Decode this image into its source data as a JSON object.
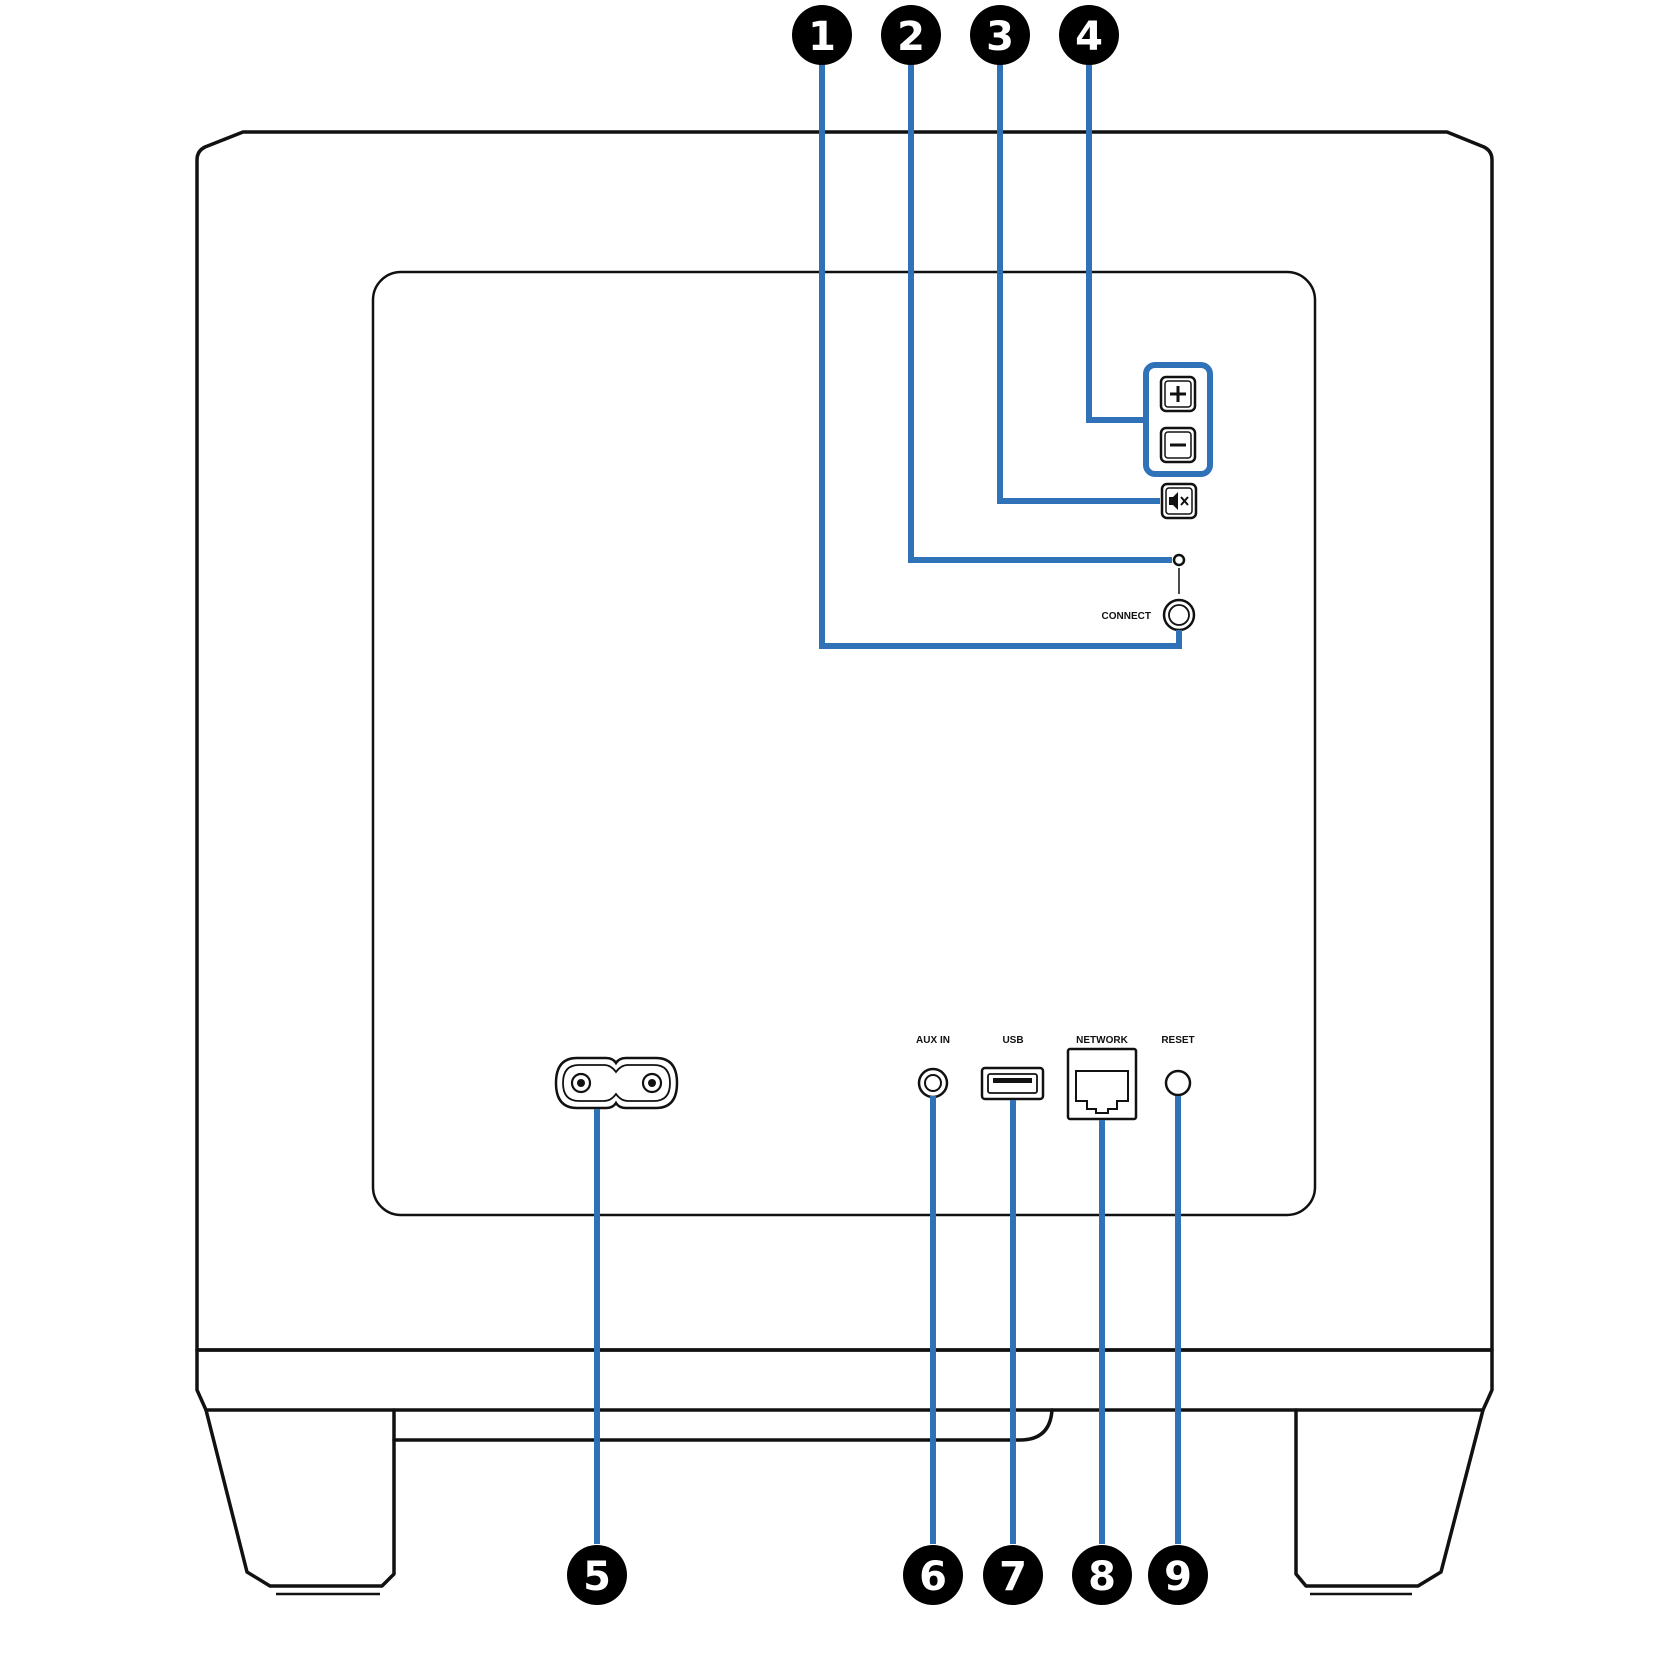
{
  "colors": {
    "leader": "#2f72b8",
    "outline": "#111111",
    "callout_fill": "#000000",
    "callout_text": "#ffffff",
    "background": "#ffffff"
  },
  "labels": {
    "connect": "CONNECT",
    "aux_in": "AUX IN",
    "usb": "USB",
    "network": "NETWORK",
    "reset": "RESET"
  },
  "callouts": [
    {
      "number": "1",
      "target": "connect-button"
    },
    {
      "number": "2",
      "target": "status-indicator"
    },
    {
      "number": "3",
      "target": "mute-button"
    },
    {
      "number": "4",
      "target": "volume-buttons"
    },
    {
      "number": "5",
      "target": "ac-inlet"
    },
    {
      "number": "6",
      "target": "aux-in-jack"
    },
    {
      "number": "7",
      "target": "usb-port"
    },
    {
      "number": "8",
      "target": "network-port"
    },
    {
      "number": "9",
      "target": "reset-button"
    }
  ],
  "icons": {
    "volume_up": "plus-icon",
    "volume_down": "minus-icon",
    "mute": "speaker-mute-icon"
  }
}
